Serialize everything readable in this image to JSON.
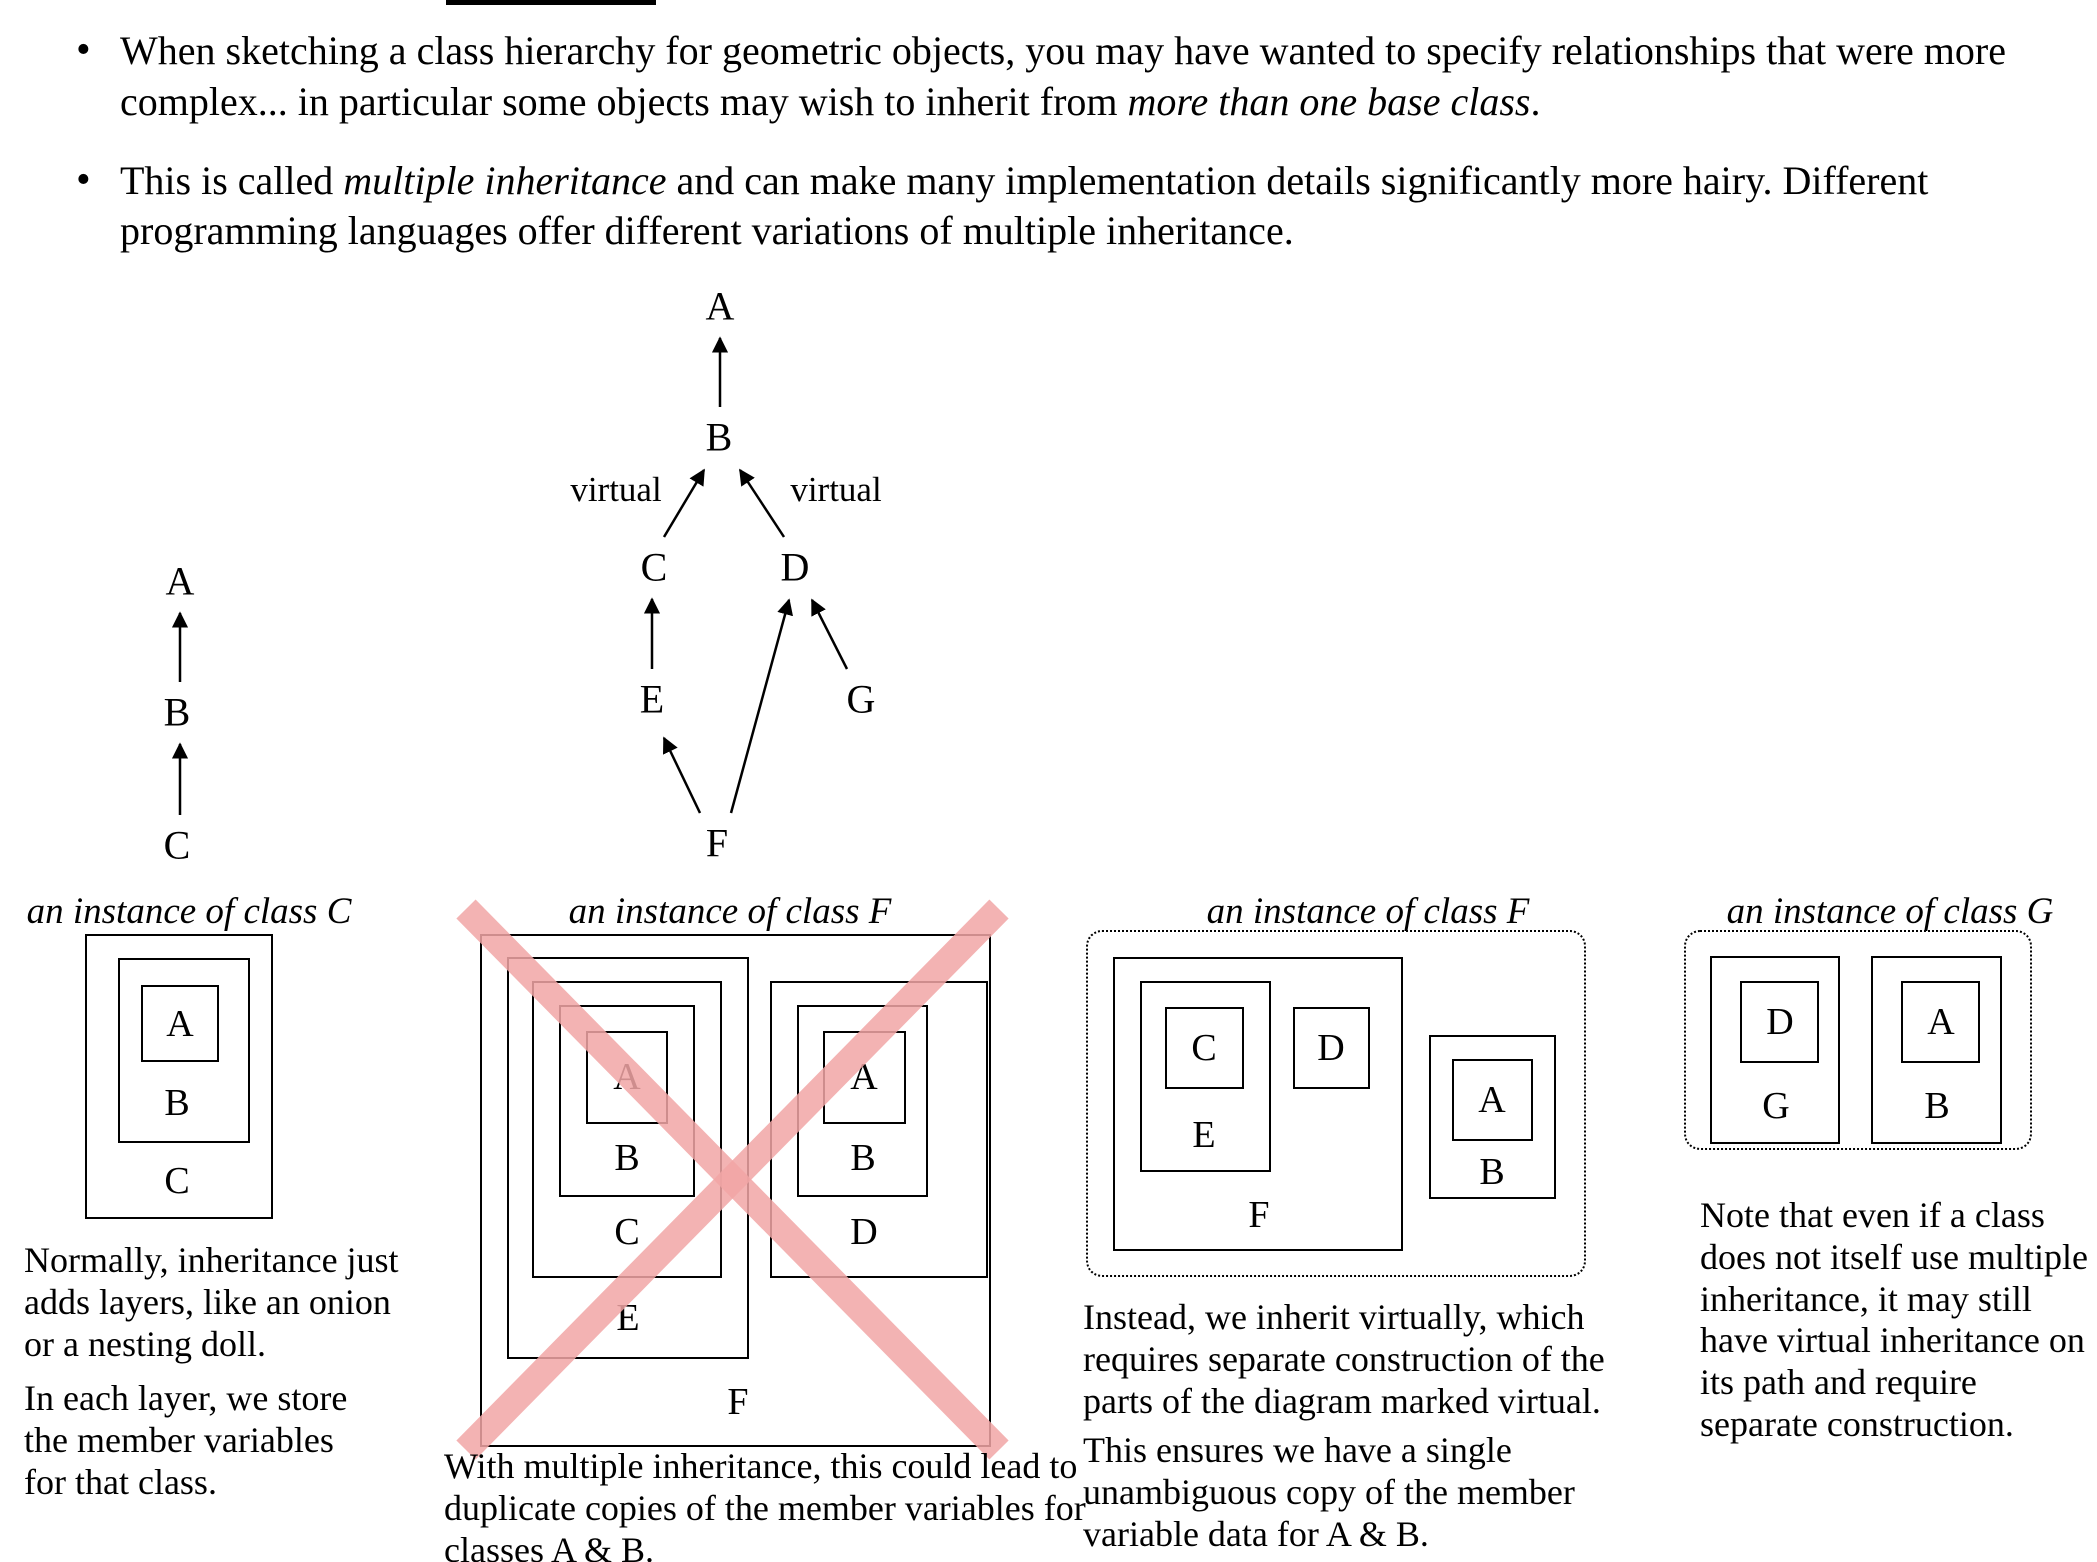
{
  "bullets": [
    {
      "pre": "When sketching a class hierarchy for geometric objects, you may have wanted to specify relationships that were more complex... in particular some objects may wish to inherit from ",
      "em": "more than one base class",
      "post": "."
    },
    {
      "pre": "This is called ",
      "em": "multiple inheritance",
      "post": " and can make many implementation details significantly more hairy. Different programming languages offer different variations of multiple inheritance."
    }
  ],
  "hierarchy": {
    "chain": {
      "a": "A",
      "b": "B",
      "c": "C"
    },
    "diamond": {
      "a": "A",
      "b": "B",
      "c": "C",
      "d": "D",
      "e": "E",
      "f": "F",
      "g": "G",
      "virtual_left": "virtual",
      "virtual_right": "virtual"
    }
  },
  "panels": {
    "c_instance": {
      "title": "an instance of class C",
      "labels": {
        "a": "A",
        "b": "B",
        "c": "C"
      },
      "caption1": "Normally, inheritance just adds layers, like an onion or a nesting doll.",
      "caption2": "In each layer, we store the member variables for that class."
    },
    "f_crossed": {
      "title": "an instance of class F",
      "labels": {
        "left_a": "A",
        "left_b": "B",
        "left_c": "C",
        "left_e": "E",
        "right_a": "A",
        "right_b": "B",
        "right_d": "D",
        "f": "F"
      },
      "caption": "With multiple inheritance, this could lead to duplicate copies of the member variables for classes A & B."
    },
    "f_virtual": {
      "title": "an instance of class F",
      "labels": {
        "c": "C",
        "d": "D",
        "e": "E",
        "f": "F",
        "a": "A",
        "b": "B"
      },
      "caption1": "Instead, we inherit virtually, which requires separate construction of the parts of the diagram marked virtual.",
      "caption2": "This ensures we have a single unambiguous copy of the member variable data for A & B."
    },
    "g_instance": {
      "title": "an instance of class G",
      "labels": {
        "d": "D",
        "g": "G",
        "a": "A",
        "b": "B"
      },
      "caption": "Note that even if a class does not itself use multiple inheritance, it may still have virtual inheritance on its path and require separate construction."
    }
  },
  "colors": {
    "cross": "#f2a6a6",
    "ink": "#000000",
    "background": "#ffffff"
  }
}
